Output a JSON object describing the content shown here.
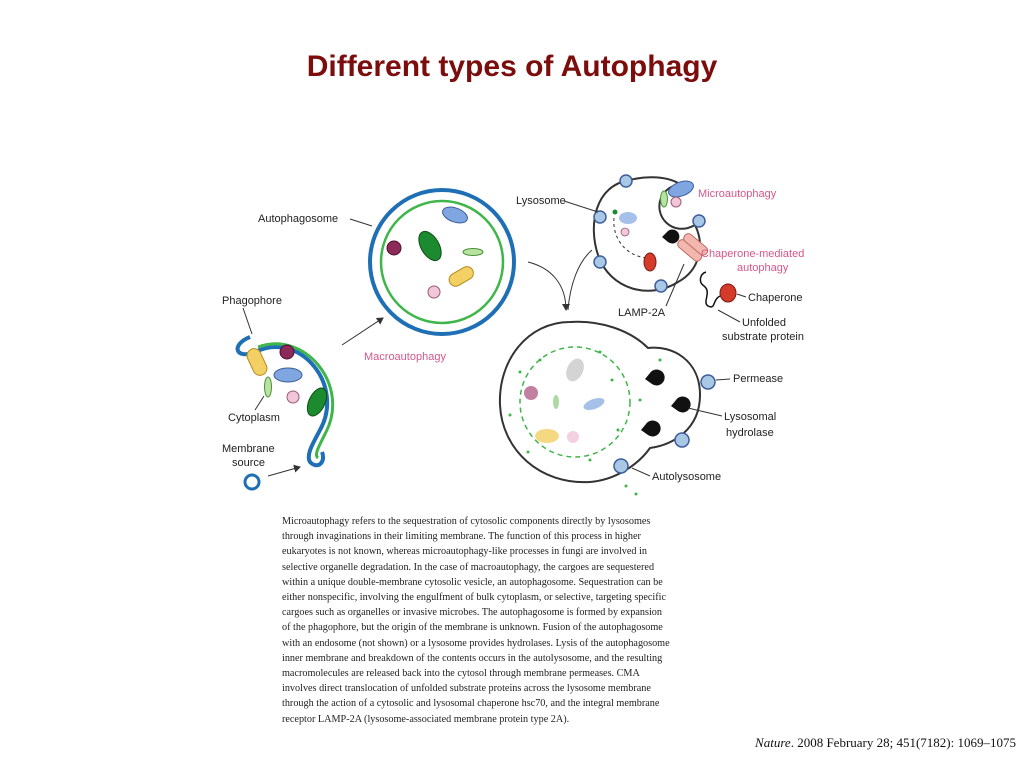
{
  "title": "Different types of Autophagy",
  "labels": {
    "autophagosome": "Autophagosome",
    "phagophore": "Phagophore",
    "cytoplasm": "Cytoplasm",
    "membrane_source_1": "Membrane",
    "membrane_source_2": "source",
    "macroautophagy": "Macroautophagy",
    "lysosome": "Lysosome",
    "microautophagy": "Microautophagy",
    "cma_1": "Chaperone-mediated",
    "cma_2": "autophagy",
    "lamp2a": "LAMP-2A",
    "chaperone": "Chaperone",
    "unfolded_1": "Unfolded",
    "unfolded_2": "substrate protein",
    "permease": "Permease",
    "hydrolase_1": "Lysosomal",
    "hydrolase_2": "hydrolase",
    "autolysosome": "Autolysosome"
  },
  "colors": {
    "title": "#7b0d0d",
    "membrane_blue": "#1f6fb5",
    "membrane_green": "#3fb54a",
    "pink_label": "#d4578a"
  },
  "caption_lines": [
    "Microautophagy refers to the sequestration of cytosolic components directly by lysosomes",
    "through invaginations in their limiting membrane. The function of this process in higher",
    "eukaryotes is not known, whereas microautophagy-like processes in fungi are involved in",
    "selective organelle degradation. In the case of macroautophagy, the cargoes are sequestered",
    "within a unique double-membrane cytosolic vesicle, an autophagosome. Sequestration can be",
    "either nonspecific, involving the engulfment of bulk cytoplasm, or selective, targeting specific",
    "cargoes such as organelles or invasive microbes. The autophagosome is formed by expansion",
    "of the phagophore, but the origin of the membrane is unknown. Fusion of the autophagosome",
    "with an endosome (not shown) or a lysosome provides hydrolases. Lysis of the autophagosome",
    "inner membrane and breakdown of the contents occurs in the autolysosome, and the resulting",
    "macromolecules are released back into the cytosol through membrane permeases. CMA",
    "involves direct translocation of unfolded substrate proteins across the lysosome membrane",
    "through the action of a cytosolic and lysosomal chaperone hsc70, and the integral membrane",
    "receptor LAMP-2A (lysosome-associated membrane protein type 2A)."
  ],
  "citation": {
    "journal": "Nature",
    "rest": ". 2008 February 28; 451(7182): 1069–1075"
  }
}
